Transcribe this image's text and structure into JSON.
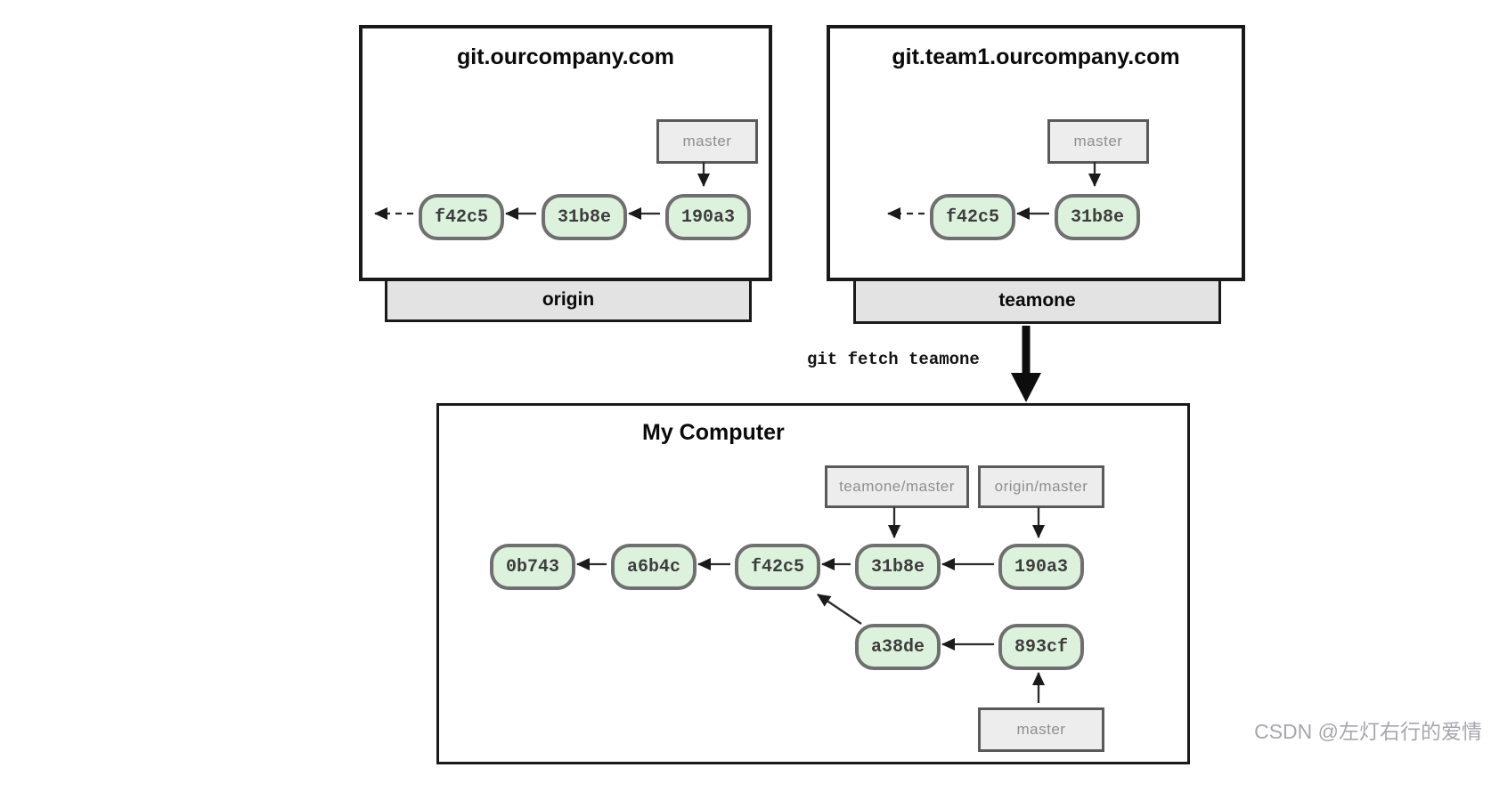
{
  "colors": {
    "commit_fill": "#ddf2dd",
    "commit_border": "#6f6f6f",
    "branch_box_fill": "#ededed",
    "branch_box_border": "#5a5a5a",
    "branch_text": "#8f8f8f",
    "outline": "#1a1a1a",
    "tab_fill": "#e3e3e3",
    "arrow_color": "#1a1a1a",
    "watermark_color": "#a6a6ae"
  },
  "remote_repos": [
    {
      "title": "git.ourcompany.com",
      "tab_label": "origin",
      "branch": "master",
      "commits": [
        "f42c5",
        "31b8e",
        "190a3"
      ]
    },
    {
      "title": "git.team1.ourcompany.com",
      "tab_label": "teamone",
      "branch": "master",
      "commits": [
        "f42c5",
        "31b8e"
      ]
    }
  ],
  "action": {
    "command": "git fetch teamone"
  },
  "local_repo": {
    "title": "My Computer",
    "remote_tracking_branches": [
      "teamone/master",
      "origin/master"
    ],
    "local_branch": "master",
    "mainline_commits": [
      "0b743",
      "a6b4c",
      "f42c5",
      "31b8e",
      "190a3"
    ],
    "topic_commits": [
      "a38de",
      "893cf"
    ]
  },
  "watermark": "CSDN @左灯右行的爱情"
}
